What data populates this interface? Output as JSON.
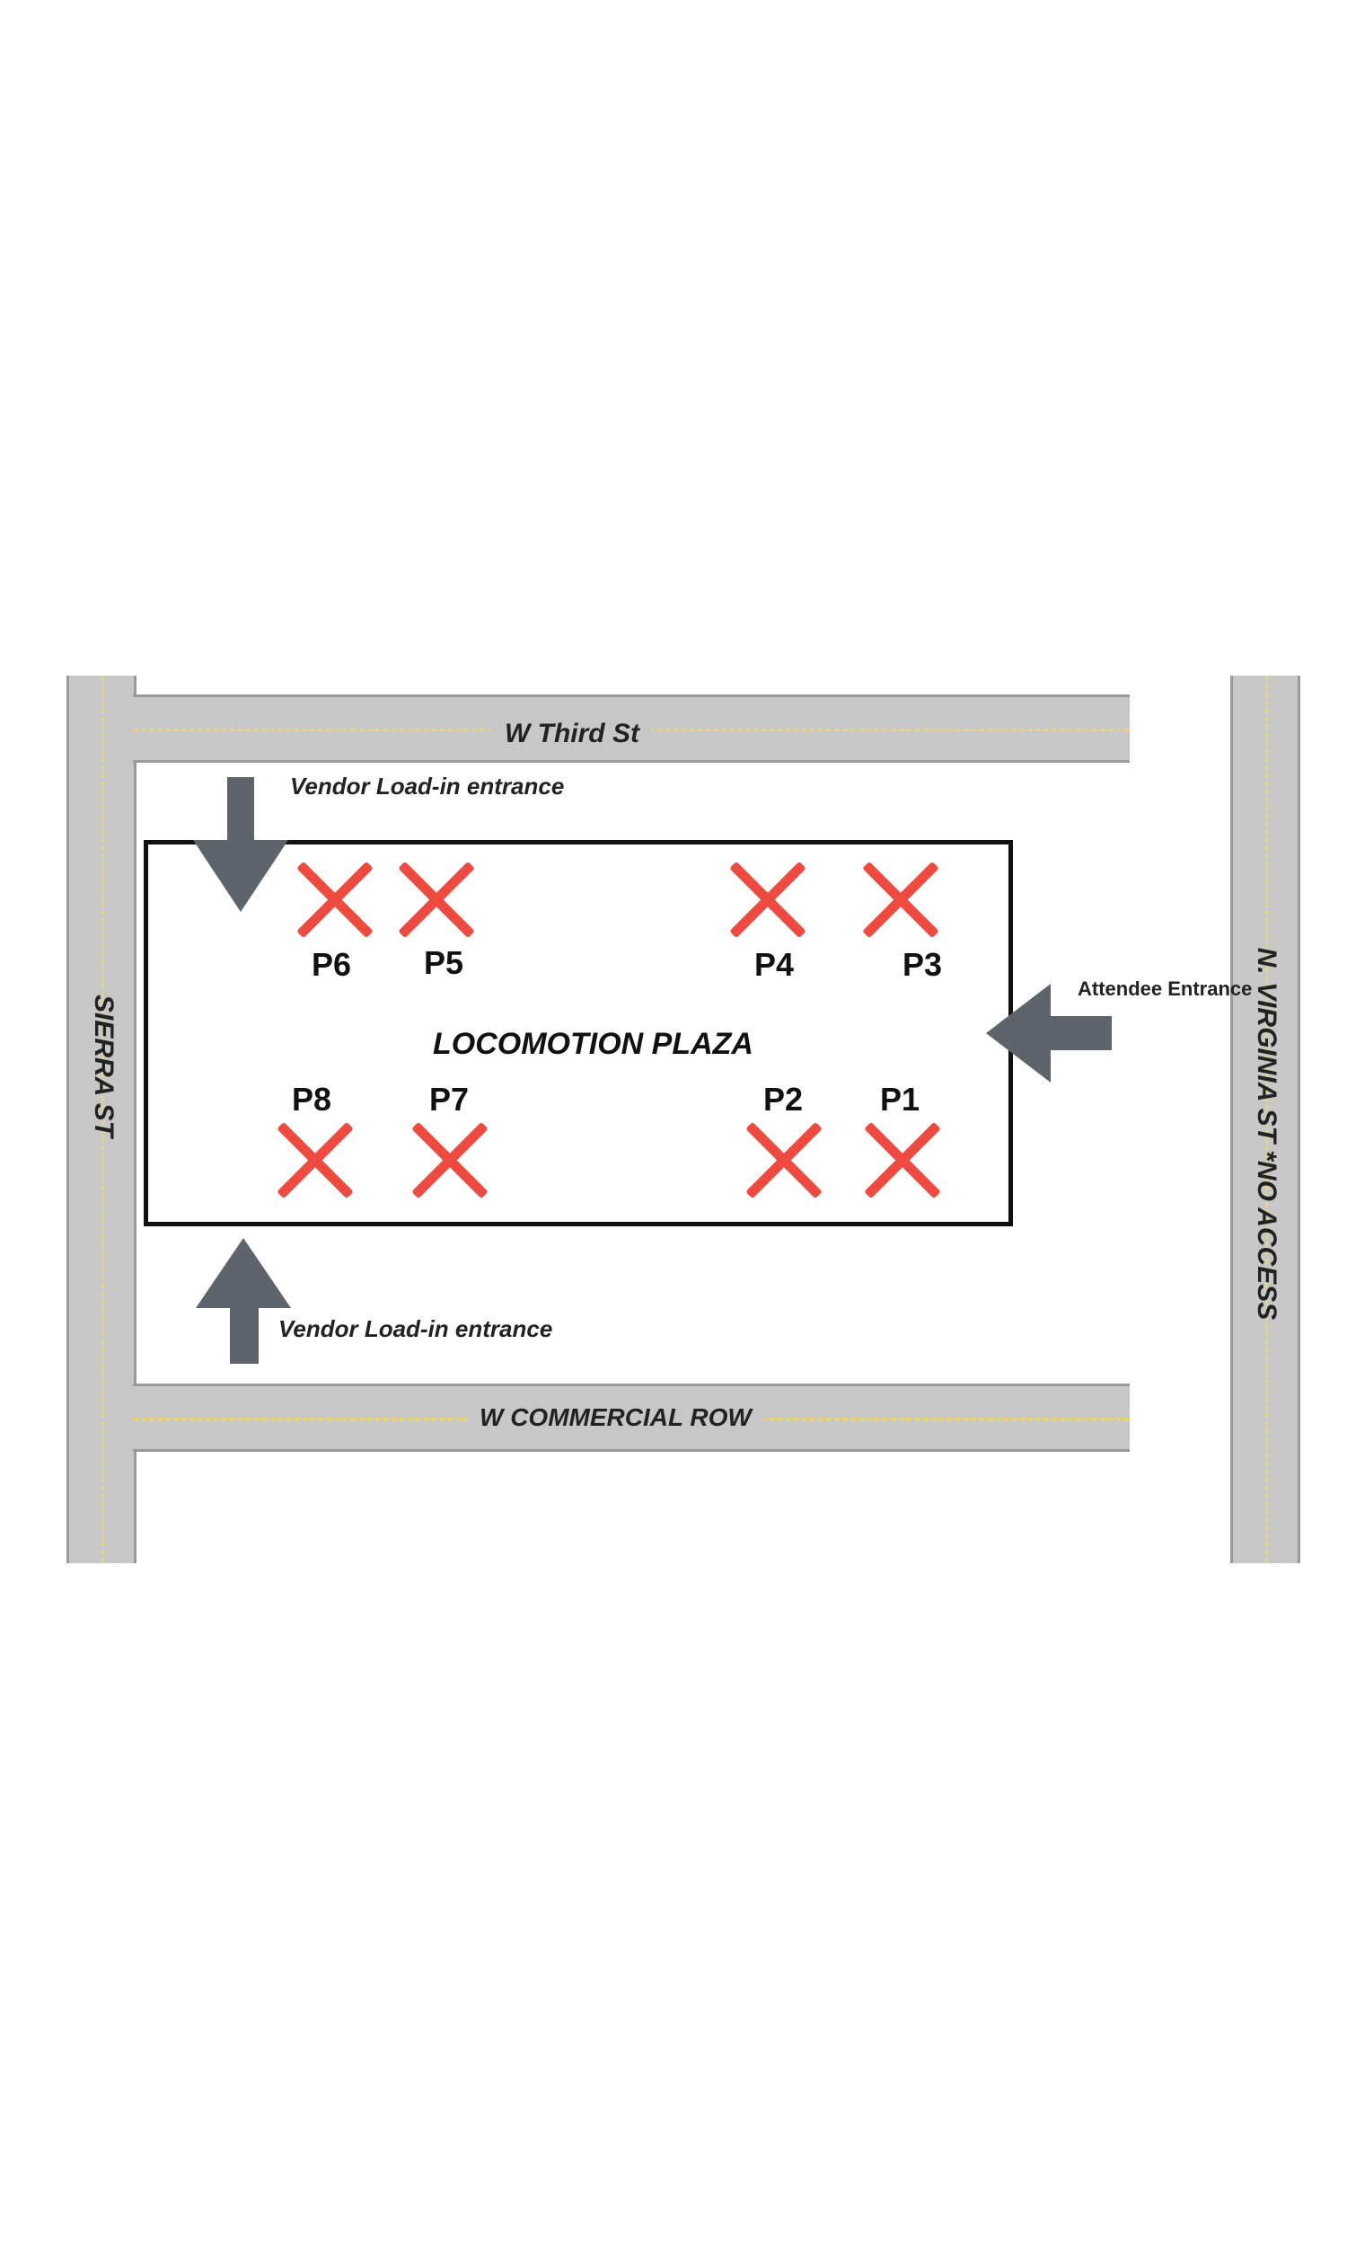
{
  "streets": {
    "north": "W Third St",
    "south": "W COMMERCIAL ROW",
    "west": "SIERRA ST",
    "east": "N. VIRGINIA ST *NO ACCESS"
  },
  "plaza": {
    "name": "LOCOMOTION PLAZA"
  },
  "positions": [
    "P6",
    "P5",
    "P4",
    "P3",
    "P8",
    "P7",
    "P2",
    "P1"
  ],
  "entrances": {
    "vendor_top": "Vendor Load-in entrance",
    "vendor_bottom": "Vendor Load-in entrance",
    "attendee": "Attendee Entrance"
  },
  "colors": {
    "road": "#c7c7c7",
    "lane_marking": "#ead56a",
    "marker": "#ef4a40",
    "arrow": "#5f636b",
    "plaza_border": "#111111"
  },
  "icons": {
    "marker": "x-mark-icon",
    "entrance": "arrow-icon"
  }
}
